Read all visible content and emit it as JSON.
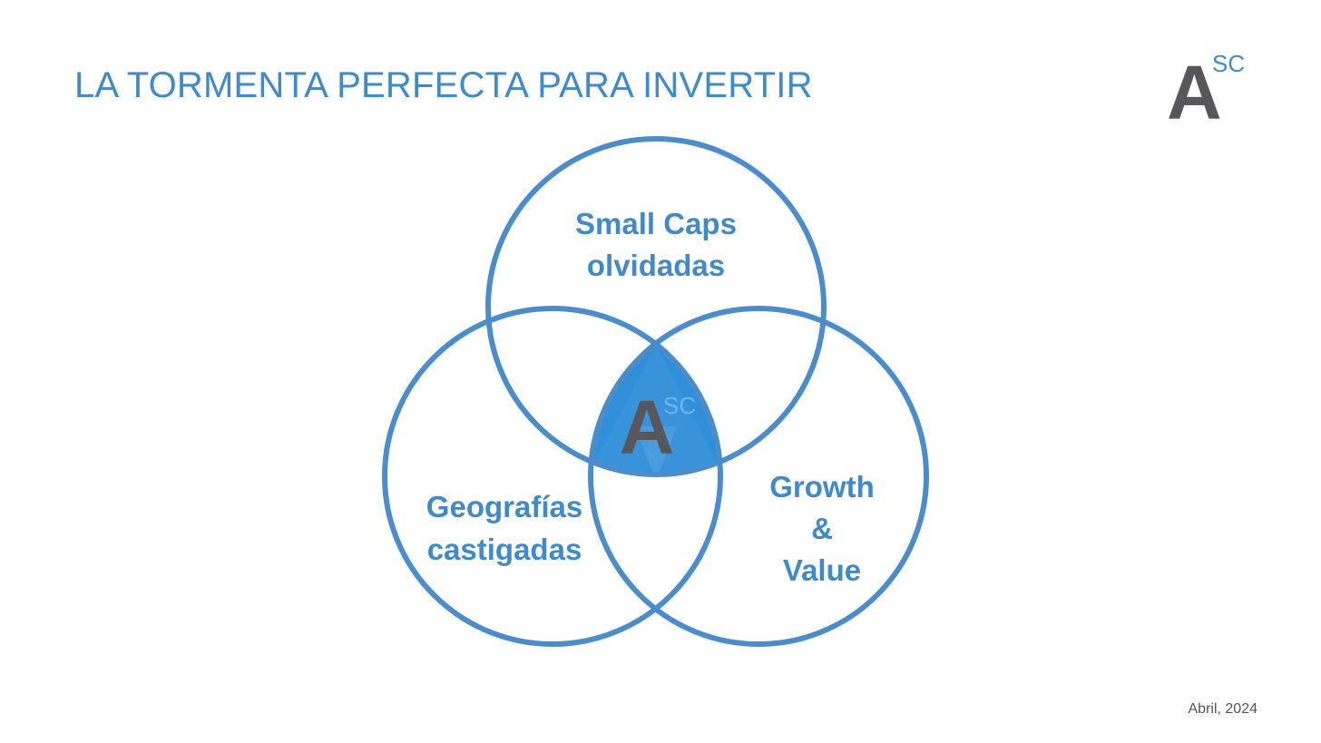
{
  "slide": {
    "title": "LA TORMENTA PERFECTA PARA INVERTIR",
    "date": "Abril, 2024"
  },
  "logo": {
    "letter": "A",
    "superscript": "SC"
  },
  "venn": {
    "sets": [
      {
        "id": "top",
        "lines": [
          "Small Caps",
          "olvidadas"
        ]
      },
      {
        "id": "left",
        "lines": [
          "Geografías",
          "castigadas"
        ]
      },
      {
        "id": "right",
        "lines": [
          "Growth",
          "&",
          "Value"
        ]
      }
    ],
    "center_logo": {
      "letter": "A",
      "superscript": "SC"
    }
  },
  "colors": {
    "accent": "#3f8acb",
    "circle_stroke": "#4a8dca",
    "center_fill": "#2f8fd8",
    "logo_gray": "#56565b",
    "text_gray": "#555555"
  }
}
